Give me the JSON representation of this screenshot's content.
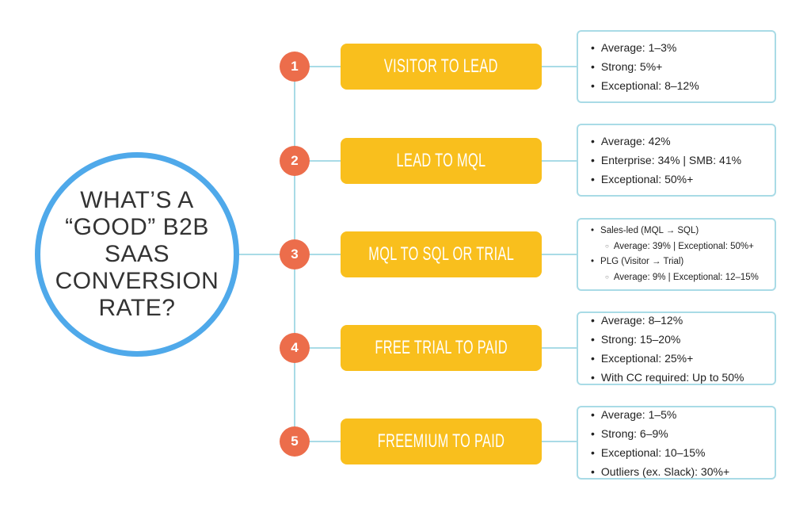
{
  "title": "WHAT’S A\n“GOOD” B2B\nSAAS\nCONVERSION\nRATE?",
  "colors": {
    "circle_border": "#4fa9ea",
    "number": "#ec6d4b",
    "stage": "#f9bf1d",
    "connector": "#a9dbe6"
  },
  "stages": [
    {
      "number": "1",
      "label": "VISITOR TO LEAD",
      "items": [
        "Average: 1–3%",
        "Strong: 5%+",
        "Exceptional: 8–12%"
      ]
    },
    {
      "number": "2",
      "label": "LEAD TO MQL",
      "items": [
        "Average: 42%",
        "Enterprise: 34%  | SMB: 41%",
        "Exceptional: 50%+"
      ]
    },
    {
      "number": "3",
      "label": "MQL TO SQL OR TRIAL",
      "items": [
        "Sales-led (MQL → SQL)",
        "Average: 39% | Exceptional: 50%+",
        "PLG (Visitor → Trial)",
        "Average: 9% | Exceptional: 12–15%"
      ]
    },
    {
      "number": "4",
      "label": "FREE TRIAL TO PAID",
      "items": [
        "Average: 8–12%",
        "Strong: 15–20%",
        "Exceptional: 25%+",
        "With CC required: Up to 50%"
      ]
    },
    {
      "number": "5",
      "label": "FREEMIUM TO PAID",
      "items": [
        "Average: 1–5%",
        "Strong: 6–9%",
        "Exceptional: 10–15%",
        "Outliers (ex. Slack): 30%+"
      ]
    }
  ]
}
